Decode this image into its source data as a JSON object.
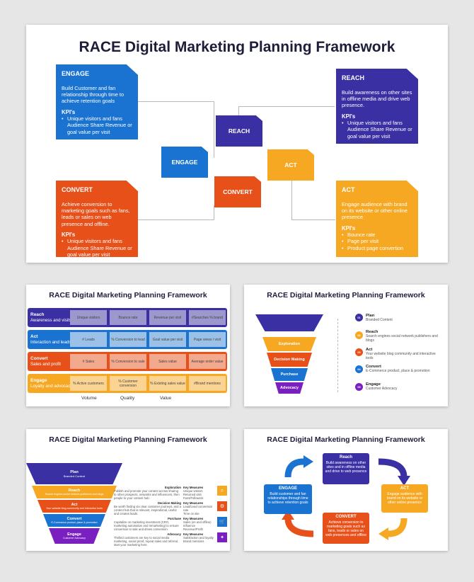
{
  "main": {
    "title": "RACE Digital Marketing Planning Framework",
    "engage_card": {
      "heading": "ENGAGE",
      "text": "Build Customer and fan relationship through time to achieve retention goals",
      "kpi": "KPI's",
      "items": [
        "Unique visitors and fans Audience Share Revenue or goal value per visit"
      ]
    },
    "reach_card": {
      "heading": "REACH",
      "text": "Build awareness on other sites in offline media and drive web presence.",
      "kpi": "KPI's",
      "items": [
        "Unique visitors and fans Audience Share Revenue or goal value per visit"
      ]
    },
    "convert_card": {
      "heading": "CONVERT",
      "text": "Achieve conversion to marketing goals such as fans, leads or sales on web presence and offline.",
      "kpi": "KPI's",
      "items": [
        "Unique visitors and fans Audience Share Revenue or goal value per visit"
      ]
    },
    "act_card": {
      "heading": "ACT",
      "text": "Engage audience with brand on its website or other online presence",
      "kpi": "KPI's",
      "items": [
        "Bounce rate",
        "Page per visit",
        "Product page convertion"
      ]
    },
    "blocks": {
      "reach": "REACH",
      "engage": "ENGAGE",
      "act": "ACT",
      "convert": "CONVERT"
    },
    "colors": {
      "engage": "#1a73d0",
      "reach": "#3a2fa3",
      "convert": "#e8501a",
      "act": "#f7a823"
    }
  },
  "slide_table": {
    "title": "RACE Digital Marketing Planning Framework",
    "rows": [
      {
        "name": "Reach",
        "desc": "Awareness and visits",
        "cells": [
          "Unique visitors",
          "Bounce rate",
          "Revenue per visit",
          "#Searches % brand"
        ]
      },
      {
        "name": "Act",
        "desc": "Interaction and leads",
        "cells": [
          "# Leads",
          "% Conversion to lead",
          "Goal value per visit",
          "Page views / visit"
        ]
      },
      {
        "name": "Convert",
        "desc": "Sales and profit",
        "cells": [
          "# Sales",
          "% Conversion to sale",
          "Sales value",
          "Average order value"
        ]
      },
      {
        "name": "Engage",
        "desc": "Loyalty and advocacy",
        "cells": [
          "% Active customers",
          "% Customer conversion",
          "% Existing sales value",
          "#Brand mentions"
        ]
      }
    ],
    "footer": [
      "Volume",
      "Quality",
      "Value"
    ]
  },
  "slide_funnel": {
    "title": "RACE Digital Marketing Planning Framework",
    "stages": [
      "Exploration",
      "Decision Making",
      "Purchase",
      "Advocacy"
    ],
    "legend": [
      {
        "num": "01",
        "name": "Plan",
        "desc": "Branded Content"
      },
      {
        "num": "02",
        "name": "Reach",
        "desc": "Search engines social network publishers and blogs"
      },
      {
        "num": "03",
        "name": "Act",
        "desc": "Your website blog community and interactive tools"
      },
      {
        "num": "04",
        "name": "Convert",
        "desc": "E-Commerce product, place & promotion"
      },
      {
        "num": "05",
        "name": "Engage",
        "desc": "Customer Advocacy"
      }
    ]
  },
  "slide_stack": {
    "title": "RACE Digital Marketing Planning Framework",
    "layers": [
      {
        "name": "Plan",
        "desc": "Branded Content"
      },
      {
        "name": "Reach",
        "desc": "Search engines social network publishers and blogs"
      },
      {
        "name": "Act",
        "desc": "Your website blog community and interactive tools"
      },
      {
        "name": "Convert",
        "desc": "E-Commerce product, place & promotion"
      },
      {
        "name": "Engage",
        "desc": "Customer Advocacy"
      }
    ],
    "rows": [
      {
        "stage": "Exploration",
        "text": "Publish and promote your content across sharing to other prospects, networks and influencers, then people to your content hub.",
        "measures": "Key Measures",
        "items": [
          "Unique visitors",
          "Returned visit",
          "Fans/Followers"
        ]
      },
      {
        "stage": "Decision Making",
        "text": "Be worth finding via clear customer journeys, and a content hub that is relevant, inspirational, useful and creates leads.",
        "measures": "Key Measures",
        "items": [
          "Lead/Lead conversion rate",
          "Time on site"
        ]
      },
      {
        "stage": "Purchase",
        "text": "Capitalize on marketing investment (CRO, marketing automation and remarketing) to ensure conversion to sale and drives conversion.",
        "measures": "Key Measures",
        "items": [
          "Sales (on and offline)",
          "Influence",
          "Revenue/Profit"
        ]
      },
      {
        "stage": "Advocacy",
        "text": "Thrilled customers are key to social media marketing, social proof, repeat sales and referral, start your marketing here.",
        "measures": "Key Measures",
        "items": [
          "Satisfaction and loyalty",
          "Brand mentions"
        ]
      }
    ]
  },
  "slide_cycle": {
    "title": "RACE Digital Marketing Planning Framework",
    "boxes": [
      {
        "name": "Reach",
        "text": "Build awareness on other sites and in offline media and drive to web presence"
      },
      {
        "name": "ACT",
        "text": "Engage audience with brand on its website or other online presence"
      },
      {
        "name": "CONVERT",
        "text": "Achieve conversion to marketing goals such as fans, leads or sales on web presences and offline"
      },
      {
        "name": "ENGAGE",
        "text": "Build customer and fan relationships through time to achieve retention goals"
      }
    ]
  }
}
